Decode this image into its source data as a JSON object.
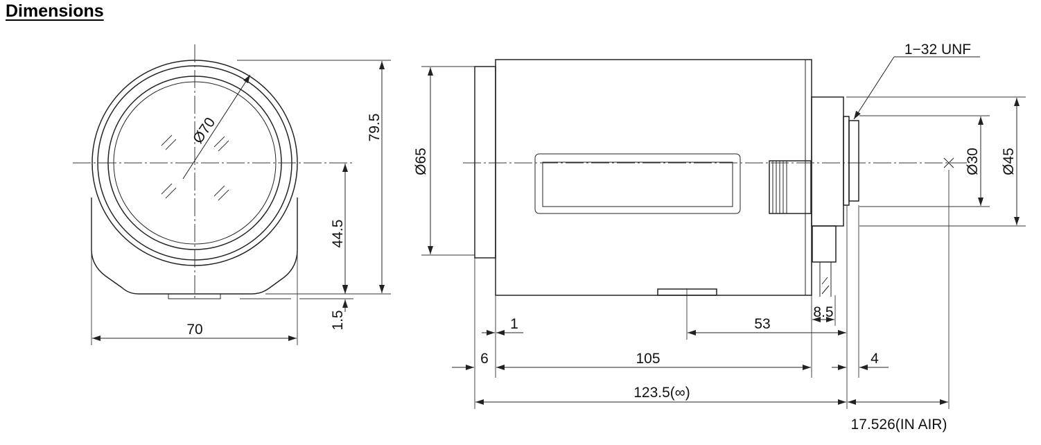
{
  "title": "Dimensions",
  "front_view": {
    "diameter_label": "Ø70",
    "height_total": "79.5",
    "height_center": "44.5",
    "foot_offset": "1.5",
    "width": "70"
  },
  "side_view": {
    "diameter_front": "Ø65",
    "diameter_mount": "Ø30",
    "diameter_flange": "Ø45",
    "thread": "1−32 UNF",
    "dim_1": "1",
    "dim_53": "53",
    "dim_8_5": "8.5",
    "dim_6": "6",
    "dim_105": "105",
    "dim_4": "4",
    "dim_123_5": "123.5(∞)",
    "dim_flange_back": "17.526(IN AIR)"
  },
  "colors": {
    "line": "#222222",
    "background": "#ffffff"
  }
}
